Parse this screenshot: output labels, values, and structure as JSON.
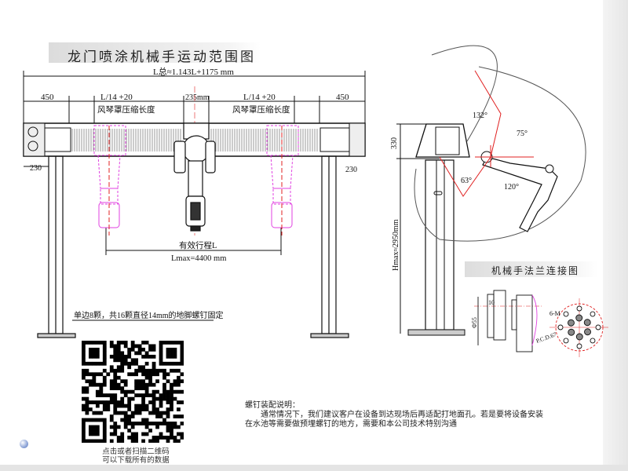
{
  "title": "龙门喷涂机械手运动范围图",
  "dimensions": {
    "total_length": "L总≈1.143L+1175 mm",
    "end_left": "450",
    "end_right": "450",
    "bellows_left": "L/14 +20",
    "bellows_right": "L/14 +20",
    "bellows_label_left": "风琴罩压缩长度",
    "bellows_label_right": "风琴罩压缩长度",
    "carriage_width": "235mm",
    "beam_offset": "230",
    "beam_offset_right": "230",
    "effective_stroke": "有效行程L",
    "lmax": "Lmax=4400 mm",
    "anchor_note": "单边8颗，共16颗直径14mm的地脚螺钉固定",
    "head_height": "330",
    "hmax": "Hmax≈2950mm"
  },
  "angles": {
    "a1": "132°",
    "a2": "75°",
    "a3": "63°",
    "a4": "120°"
  },
  "flange": {
    "title": "机械手法兰连接图",
    "dim_thickness": "10",
    "dim_diameter": "Φ55",
    "bolt": "6-M",
    "pcd": "P.C.D.67"
  },
  "note": {
    "heading": "螺钉装配说明：",
    "line1": "通常情况下，我们建议客户在设备到达现场后再适配打地面孔。若是要将设备安装",
    "line2": "在水池等需要做预埋螺钉的地方，需要和本公司技术特别沟通"
  },
  "qr_caption": {
    "line1": "点击或者扫描二维码",
    "line2": "可以下载所有的数据"
  },
  "colors": {
    "robot": "#e040e0",
    "axis": "#e02020",
    "line": "#111111"
  }
}
